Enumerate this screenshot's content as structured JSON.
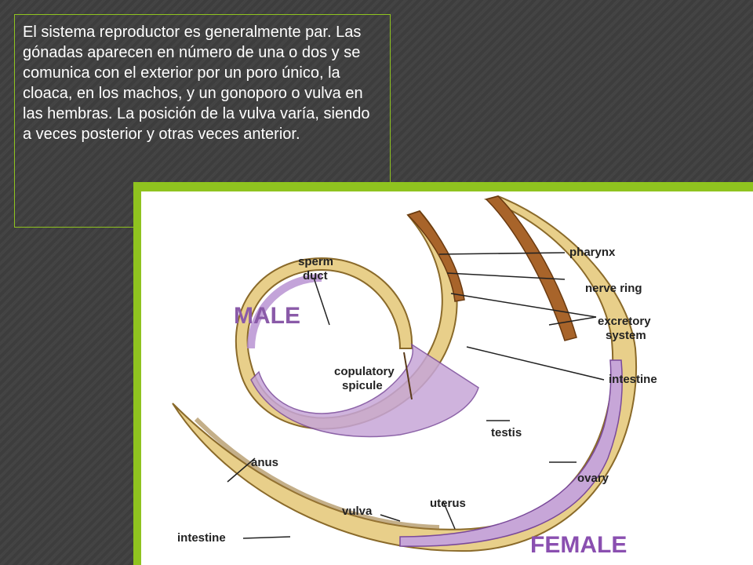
{
  "text_box": {
    "paragraph": "El sistema reproductor es generalmente par. Las gónadas aparecen en número de una o dos y se comunica con el exterior por un poro único, la cloaca, en los machos, y un gonoporo o vulva en las hembras. La posición de la vulva varía, siendo a veces posterior y otras veces anterior."
  },
  "diagram": {
    "male_title": "MALE",
    "female_title": "FEMALE",
    "labels": {
      "sperm_duct_1": "sperm",
      "sperm_duct_2": "duct",
      "copulatory_1": "copulatory",
      "copulatory_2": "spicule",
      "pharynx": "pharynx",
      "nerve_ring": "nerve ring",
      "excretory_1": "excretory",
      "excretory_2": "system",
      "intestine_right": "intestine",
      "testis": "testis",
      "anus": "anus",
      "ovary": "ovary",
      "uterus": "uterus",
      "vulva": "vulva",
      "intestine_left": "intestine"
    }
  },
  "colors": {
    "accent_green": "#8fc31f",
    "background": "#414141",
    "body_tan": "#e8cf8a",
    "gonad_purple": "#8a5aa8"
  }
}
